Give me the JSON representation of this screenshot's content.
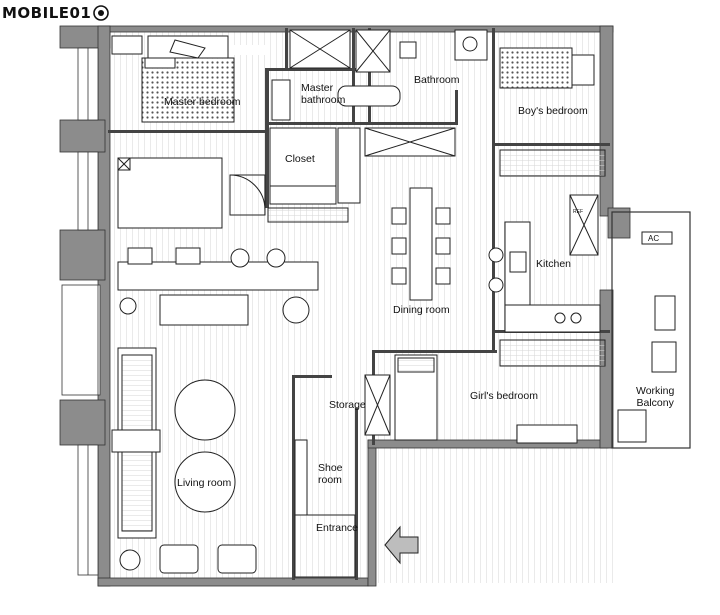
{
  "logo": {
    "text": "MOBILE01"
  },
  "rooms": {
    "master_bedroom": "Master bedroom",
    "master_bathroom_line1": "Master",
    "master_bathroom_line2": "bathroom",
    "bathroom": "Bathroom",
    "boys_bedroom": "Boy's bedroom",
    "closet": "Closet",
    "kitchen": "Kitchen",
    "dining_room": "Dining room",
    "storage": "Storage",
    "girls_bedroom": "Girl's bedroom",
    "working_balcony_line1": "Working",
    "working_balcony_line2": "Balcony",
    "shoe_room_line1": "Shoe",
    "shoe_room_line2": "room",
    "living_room": "Living room",
    "entrance": "Entrance"
  },
  "fixtures": {
    "ac": "AC",
    "fridge": "REF"
  },
  "colors": {
    "wall": "#8c8c8c",
    "line": "#222222",
    "floor_stripe": "#d9d9d9",
    "background": "#ffffff"
  }
}
